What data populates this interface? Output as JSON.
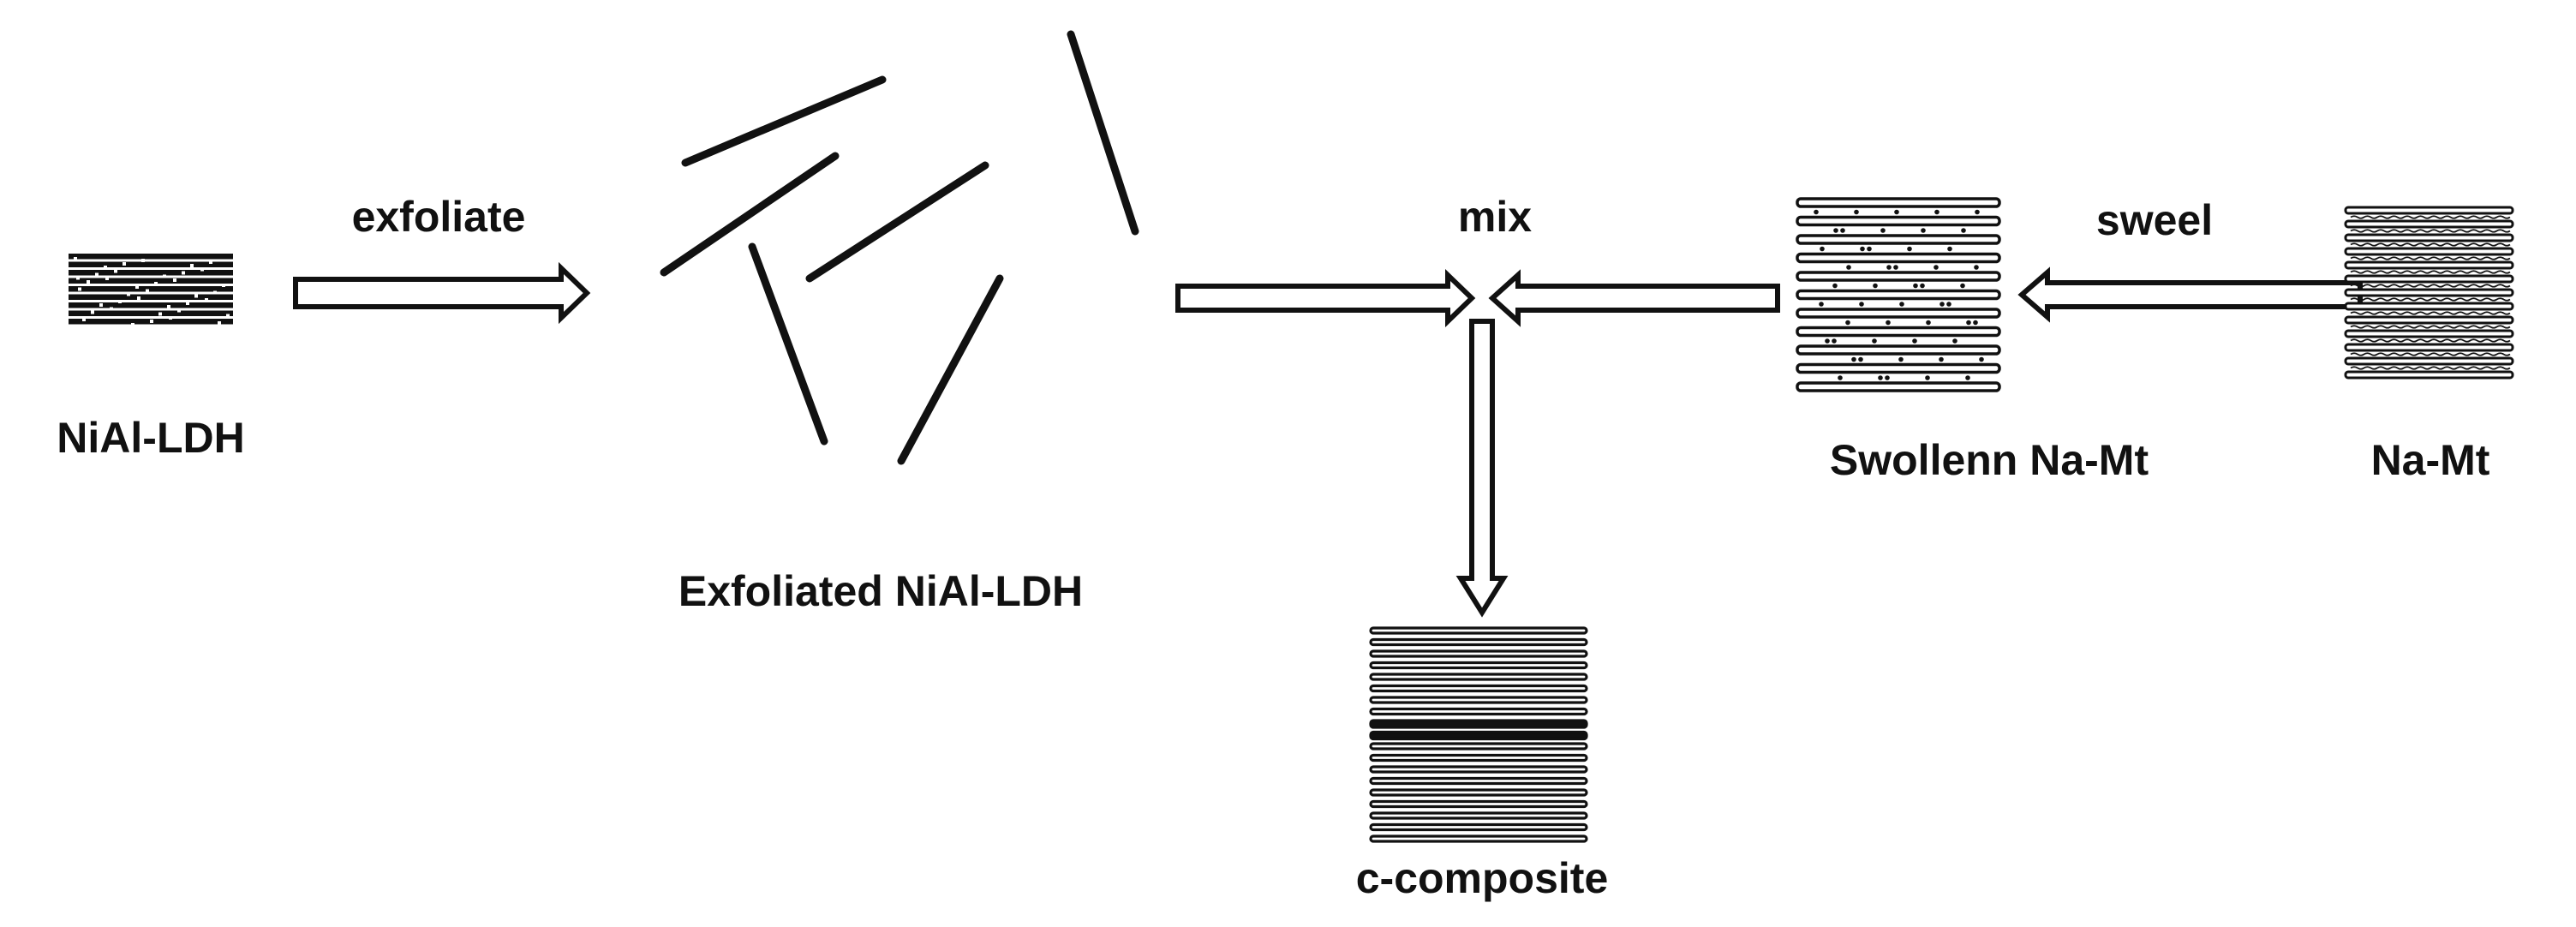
{
  "diagram": {
    "materials": {
      "nial_ldh": "NiAl-LDH",
      "exfoliated_nial_ldh": "Exfoliated NiAl-LDH",
      "swollen_na_mt": "Swollenn Na-Mt",
      "na_mt": "Na-Mt",
      "composite": "c-composite"
    },
    "steps": {
      "exfoliate": "exfoliate",
      "mix": "mix",
      "swell": "sweel"
    },
    "colors": {
      "ink": "#111111",
      "background": "#ffffff"
    }
  }
}
